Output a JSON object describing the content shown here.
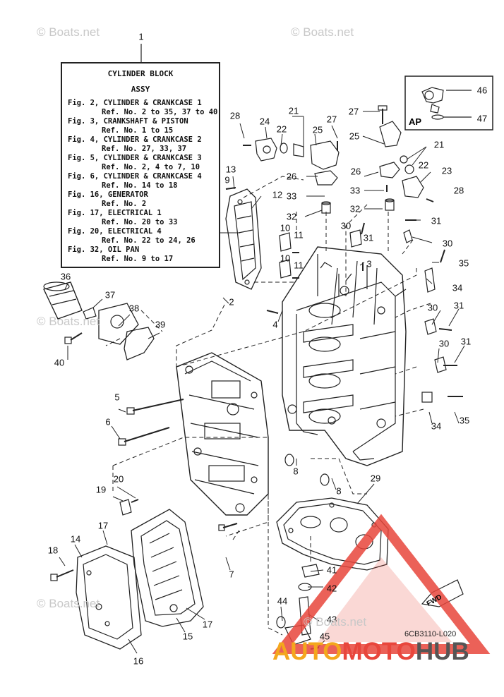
{
  "legend": {
    "title": "CYLINDER BLOCK",
    "subtitle": "ASSY",
    "lines": [
      "Fig. 2, CYLINDER & CRANKCASE 1",
      "Ref. No. 2 to 35, 37 to 40",
      "Fig. 3, CRANKSHAFT & PISTON",
      "Ref. No. 1 to 15",
      "Fig. 4, CYLINDER & CRANKCASE 2",
      "Ref. No. 27, 33, 37",
      "Fig. 5, CYLINDER & CRANKCASE 3",
      "Ref. No. 2, 4 to 7, 10",
      "Fig. 6, CYLINDER & CRANKCASE 4",
      "Ref. No. 14 to 18",
      "Fig. 16, GENERATOR",
      "Ref. No. 2",
      "Fig. 17, ELECTRICAL 1",
      "Ref. No. 20 to 33",
      "Fig. 20, ELECTRICAL 4",
      "Ref. No. 22 to 24, 26",
      "Fig. 32, OIL PAN",
      "Ref. No. 9 to 17"
    ]
  },
  "callouts": [
    "1",
    "2",
    "3",
    "4",
    "5",
    "6",
    "7",
    "8",
    "8",
    "9",
    "10",
    "10",
    "11",
    "11",
    "12",
    "13",
    "14",
    "15",
    "16",
    "17",
    "17",
    "18",
    "19",
    "20",
    "21",
    "21",
    "22",
    "22",
    "23",
    "24",
    "25",
    "25",
    "26",
    "26",
    "27",
    "27",
    "28",
    "28",
    "29",
    "30",
    "30",
    "30",
    "30",
    "31",
    "31",
    "31",
    "31",
    "32",
    "32",
    "33",
    "33",
    "34",
    "34",
    "35",
    "35",
    "36",
    "37",
    "38",
    "39",
    "40",
    "41",
    "42",
    "43",
    "44",
    "45",
    "46",
    "47"
  ],
  "inset_label": "AP",
  "fwd_label": "FWD",
  "watermark": "© Boats.net",
  "diagram_ref": "6CB3110-L020",
  "brand": {
    "part1": "AUTO",
    "part2": "MOTO",
    "part3": "HUB"
  },
  "colors": {
    "line": "#222222",
    "brand_orange": "#f4a71d",
    "brand_red": "#e8463c",
    "brand_gray": "#555555",
    "watermark": "#c8c8c8"
  }
}
